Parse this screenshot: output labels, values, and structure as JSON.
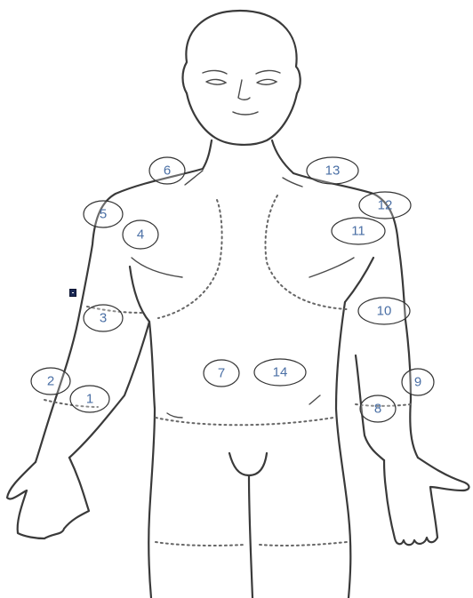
{
  "markers": [
    {
      "id": "1",
      "label": "1"
    },
    {
      "id": "2",
      "label": "2"
    },
    {
      "id": "3",
      "label": "3"
    },
    {
      "id": "4",
      "label": "4"
    },
    {
      "id": "5",
      "label": "5"
    },
    {
      "id": "6",
      "label": "6"
    },
    {
      "id": "7",
      "label": "7"
    },
    {
      "id": "8",
      "label": "8"
    },
    {
      "id": "9",
      "label": "9"
    },
    {
      "id": "10",
      "label": "10"
    },
    {
      "id": "11",
      "label": "11"
    },
    {
      "id": "12",
      "label": "12"
    },
    {
      "id": "13",
      "label": "13"
    },
    {
      "id": "14",
      "label": "14"
    }
  ],
  "colors": {
    "label": "#4a6fa5",
    "outline": "#3a3a3a",
    "handle": "#1c2a55"
  }
}
